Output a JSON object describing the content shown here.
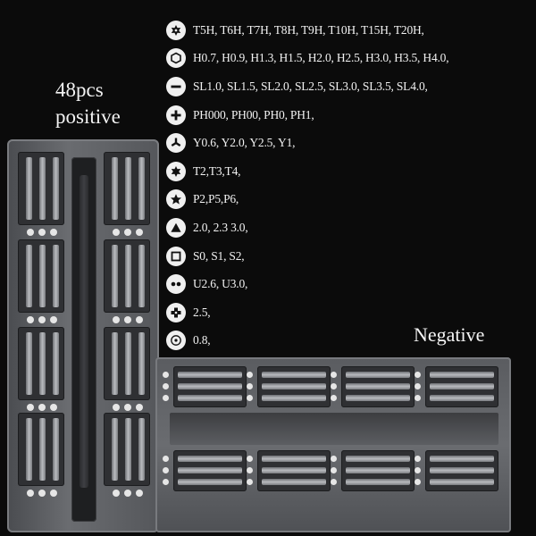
{
  "heading": {
    "line1": "48pcs",
    "line2": "positive",
    "negative": "Negative"
  },
  "specs": [
    {
      "icon": "torx-security-icon",
      "text": "T5H, T6H,  T7H,  T8H,  T9H, T10H, T15H, T20H,"
    },
    {
      "icon": "hex-icon",
      "text": "H0.7, H0.9, H1.3, H1.5, H2.0, H2.5, H3.0, H3.5, H4.0,"
    },
    {
      "icon": "slotted-icon",
      "text": "SL1.0, SL1.5, SL2.0, SL2.5, SL3.0, SL3.5, SL4.0,"
    },
    {
      "icon": "phillips-icon",
      "text": "PH000, PH00, PH0, PH1,"
    },
    {
      "icon": "tri-wing-icon",
      "text": "Y0.6, Y2.0, Y2.5,   Y1,"
    },
    {
      "icon": "torx-icon",
      "text": "T2,T3,T4,"
    },
    {
      "icon": "pentalobe-icon",
      "text": "P2,P5,P6,"
    },
    {
      "icon": "triangle-icon",
      "text": "2.0, 2.3 3.0,"
    },
    {
      "icon": "square-icon",
      "text": "S0,  S1,  S2,"
    },
    {
      "icon": "u-shape-icon",
      "text": "U2.6,  U3.0,"
    },
    {
      "icon": "cross-icon",
      "text": "2.5,"
    },
    {
      "icon": "center-dot-icon",
      "text": "0.8,"
    }
  ],
  "colors": {
    "background": "#0b0b0b",
    "tray": "#6a6c70",
    "bit": "#b9bbbf",
    "text": "#f2f2f2"
  }
}
